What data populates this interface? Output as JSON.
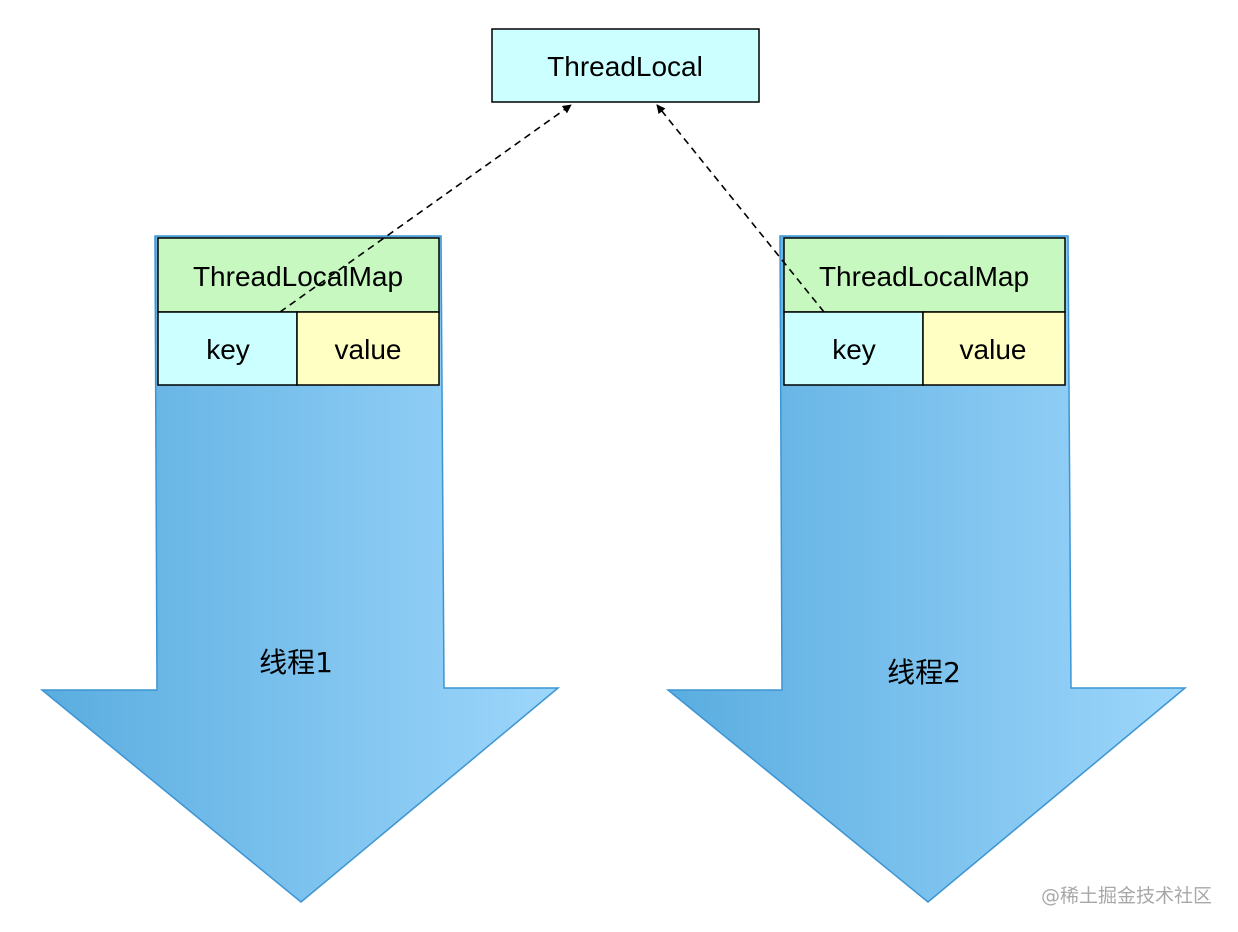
{
  "thread_local": {
    "label": "ThreadLocal",
    "color": "#ccffff"
  },
  "threads": [
    {
      "name": "线程1",
      "map_label": "ThreadLocalMap",
      "key_label": "key",
      "value_label": "value"
    },
    {
      "name": "线程2",
      "map_label": "ThreadLocalMap",
      "key_label": "key",
      "value_label": "value"
    }
  ],
  "colors": {
    "arrow_gradient_start": "#5aade0",
    "arrow_gradient_end": "#9dd6fb",
    "arrow_stroke": "#3b95d3",
    "map_header": "#c6f8c0",
    "key_cell": "#ccffff",
    "value_cell": "#ffffc4"
  },
  "watermark": "@稀土掘金技术社区"
}
